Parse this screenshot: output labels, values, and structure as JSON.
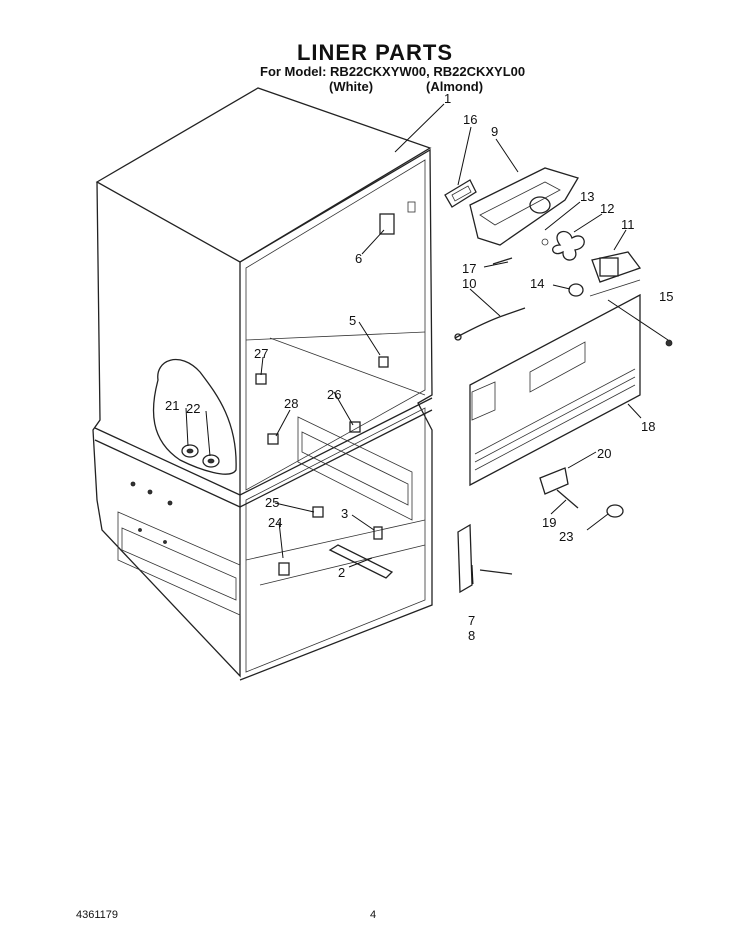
{
  "title": "LINER PARTS",
  "model_line": "For Model: RB22CKXYW00, RB22CKXYL00",
  "variants": [
    "(White)",
    "(Almond)"
  ],
  "callouts": [
    "1",
    "2",
    "3",
    "5",
    "6",
    "7",
    "8",
    "9",
    "10",
    "11",
    "12",
    "13",
    "14",
    "15",
    "16",
    "17",
    "18",
    "19",
    "20",
    "21",
    "22",
    "23",
    "24",
    "25",
    "26",
    "27",
    "28"
  ],
  "footer": {
    "doc_number": "4361179",
    "page_number": "4"
  }
}
